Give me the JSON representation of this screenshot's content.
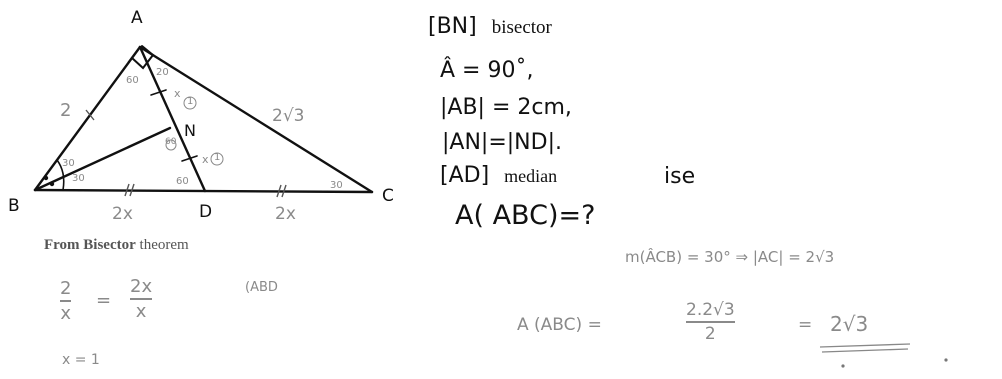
{
  "figure": {
    "vertex_a": "A",
    "vertex_b": "B",
    "vertex_c": "C",
    "vertex_d": "D",
    "point_n": "N",
    "side_ab": "2",
    "side_ac": "2√3",
    "angle_a_mark": "20",
    "angle_a_60": "60",
    "angle_b_top": "30",
    "angle_b_bottom": "30",
    "angle_n": "60",
    "angle_d": "60",
    "angle_c": "30",
    "seg_an_x": "x",
    "seg_an_1": "1",
    "seg_nd_x": "x",
    "seg_nd_1": "1",
    "bd_label": "2x",
    "dc_label": "2x"
  },
  "given": {
    "line1_code": "[BN]",
    "line1_word": "bisector",
    "line2": "Â = 90˚,",
    "line3": "|AB| = 2cm,",
    "line4": "|AN|=|ND|.",
    "line5_code": "[AD]",
    "line5_word": "median",
    "line5_ise": "ise",
    "question": "A( ABC)=?"
  },
  "notes": {
    "theorem_bold": "From Bisector",
    "theorem_rest": "theorem",
    "ratio_left_num": "2",
    "ratio_left_den": "x",
    "ratio_eq": "=",
    "ratio_right_num": "2x",
    "ratio_right_den": "x",
    "abd": "(ABD",
    "x_result": "x = 1",
    "angle_result": "m(ÂCB) = 30°  ⇒  |AC| = 2√3",
    "area_lhs": "A (ABC) =",
    "area_num": "2.2√3",
    "area_den": "2",
    "area_eq": "=",
    "area_result": "2√3"
  }
}
